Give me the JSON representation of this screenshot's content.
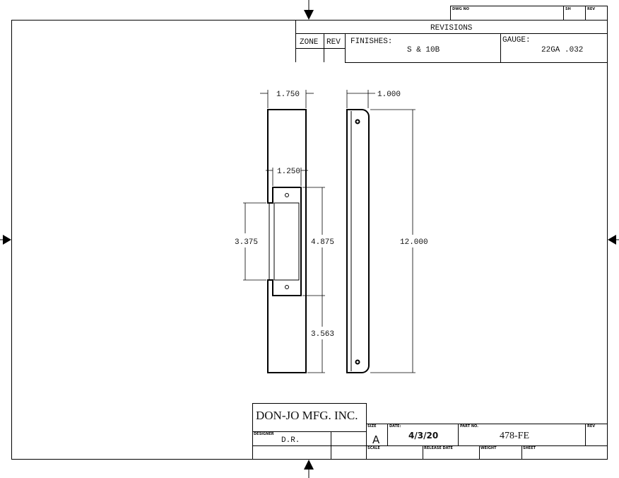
{
  "revision_block": {
    "dwg_no_label": "DWG NO",
    "sh_label": "SH",
    "rev_label": "REV",
    "title": "REVISIONS",
    "zone_label": "ZONE",
    "rev_col_label": "REV",
    "finishes_label": "FINISHES:",
    "finishes_value": "S & 10B",
    "gauge_label": "GAUGE:",
    "gauge_value": "22GA .032"
  },
  "dimensions": {
    "plate_width": "1.750",
    "side_depth": "1.000",
    "cutout_width": "1.250",
    "cutout_height": "3.375",
    "strike_height": "4.875",
    "bottom_offset": "3.563",
    "overall_length": "12.000"
  },
  "title_block": {
    "company": "DON-JO MFG. INC.",
    "designer_label": "DESIGNER",
    "designer_value": "D.R.",
    "size_label": "SIZE",
    "size_value": "A",
    "date_label": "DATE:",
    "date_value": "4/3/20",
    "part_no_label": "PART NO.",
    "part_no_value": "478-FE",
    "rev_label": "REV",
    "scale_label": "SCALE",
    "release_date_label": "RELEASE DATE",
    "weight_label": "WEIGHT",
    "sheet_label": "SHEET"
  }
}
